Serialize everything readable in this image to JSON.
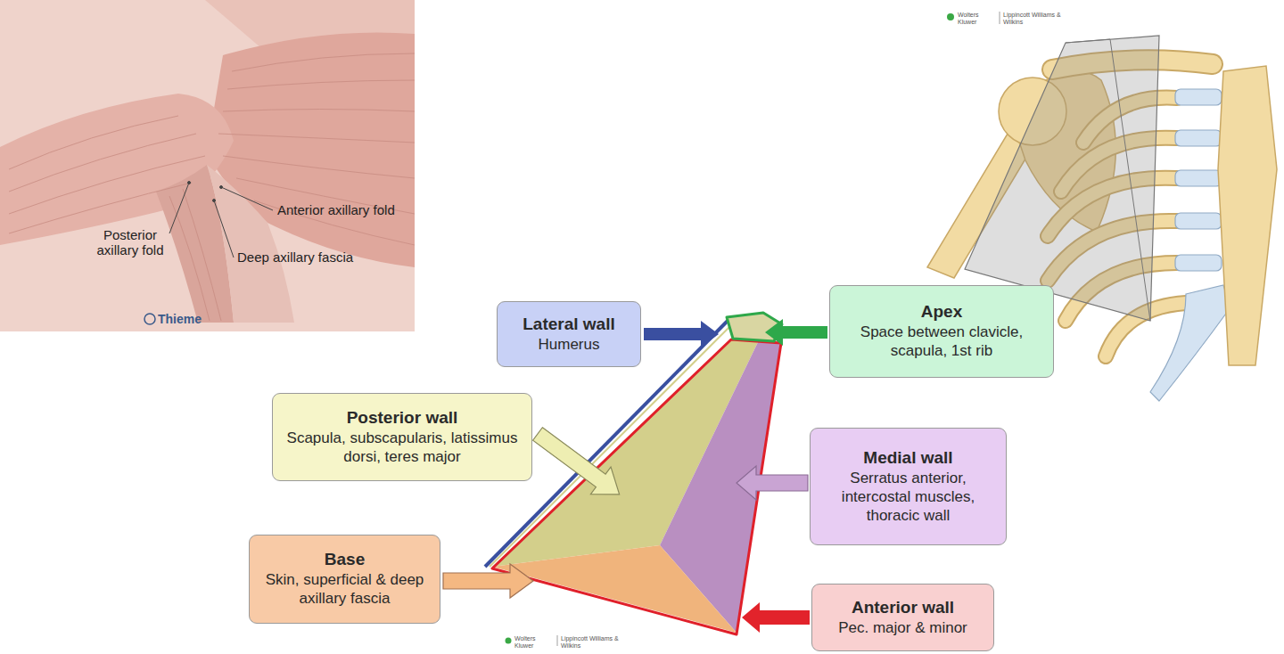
{
  "diagram": {
    "nodes": [
      {
        "text": [
          "Lateral wall",
          "Humerus"
        ]
      },
      {
        "text": [
          "Apex",
          "Space between clavicle, scapula, 1st rib"
        ]
      },
      {
        "text": [
          "Posterior wall",
          "Scapula, subscapularis, latissimus dorsi, teres major"
        ]
      },
      {
        "text": [
          "Medial wall",
          "Serratus anterior, intercostal muscles, thoracic wall"
        ]
      },
      {
        "text": [
          "Base",
          "Skin, superficial & deep axillary fascia"
        ]
      },
      {
        "text": [
          "Anterior wall",
          "Pec. major & minor"
        ]
      }
    ],
    "labels": [
      "Wolters Kluwer",
      "Lippincott Williams & Wilkins",
      "Anterior axillary fold",
      "Posterior axillary fold",
      "Deep axillary fascia",
      "Thieme",
      "Wolters Kluwer",
      "Lippincott Williams & Wilkins"
    ]
  }
}
